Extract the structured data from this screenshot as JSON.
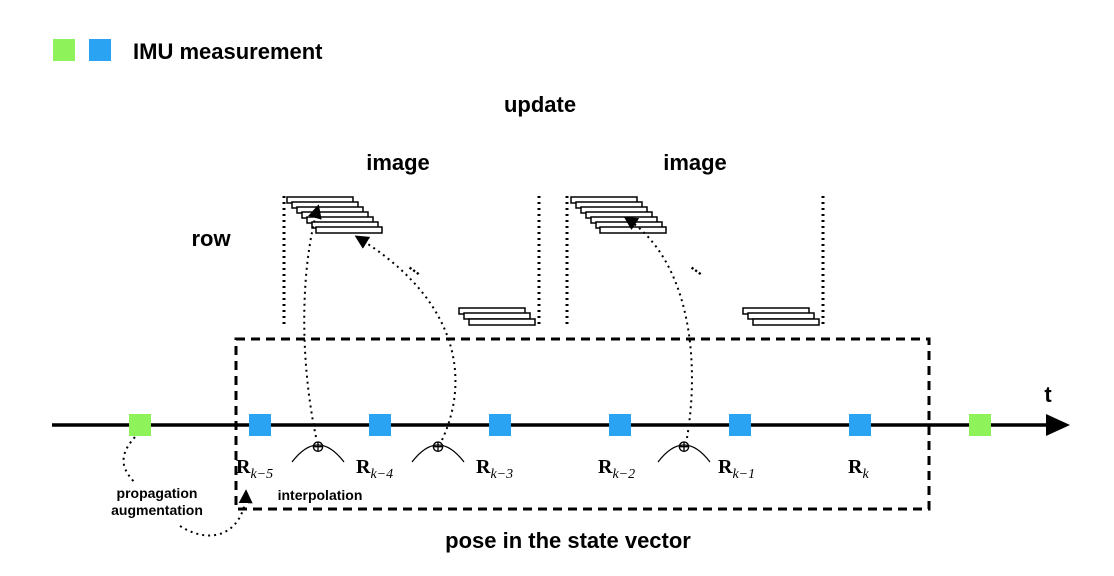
{
  "legend": {
    "label": "IMU measurement",
    "colors": [
      "#8ef25a",
      "#2aa3f3"
    ]
  },
  "update_label": "update",
  "image_labels": [
    "image",
    "image"
  ],
  "row_label": "row",
  "axis_label": "t",
  "poses": [
    {
      "main": "R",
      "sub": "k−5"
    },
    {
      "main": "R",
      "sub": "k−4"
    },
    {
      "main": "R",
      "sub": "k−3"
    },
    {
      "main": "R",
      "sub": "k−2"
    },
    {
      "main": "R",
      "sub": "k−1"
    },
    {
      "main": "R",
      "sub": "k"
    }
  ],
  "interpolation_label": "interpolation",
  "propagation_label": "propagation",
  "augmentation_label": "augmentation",
  "state_box_label": "pose in the state vector",
  "plus_symbol": "⊕",
  "ellipsis": "..."
}
